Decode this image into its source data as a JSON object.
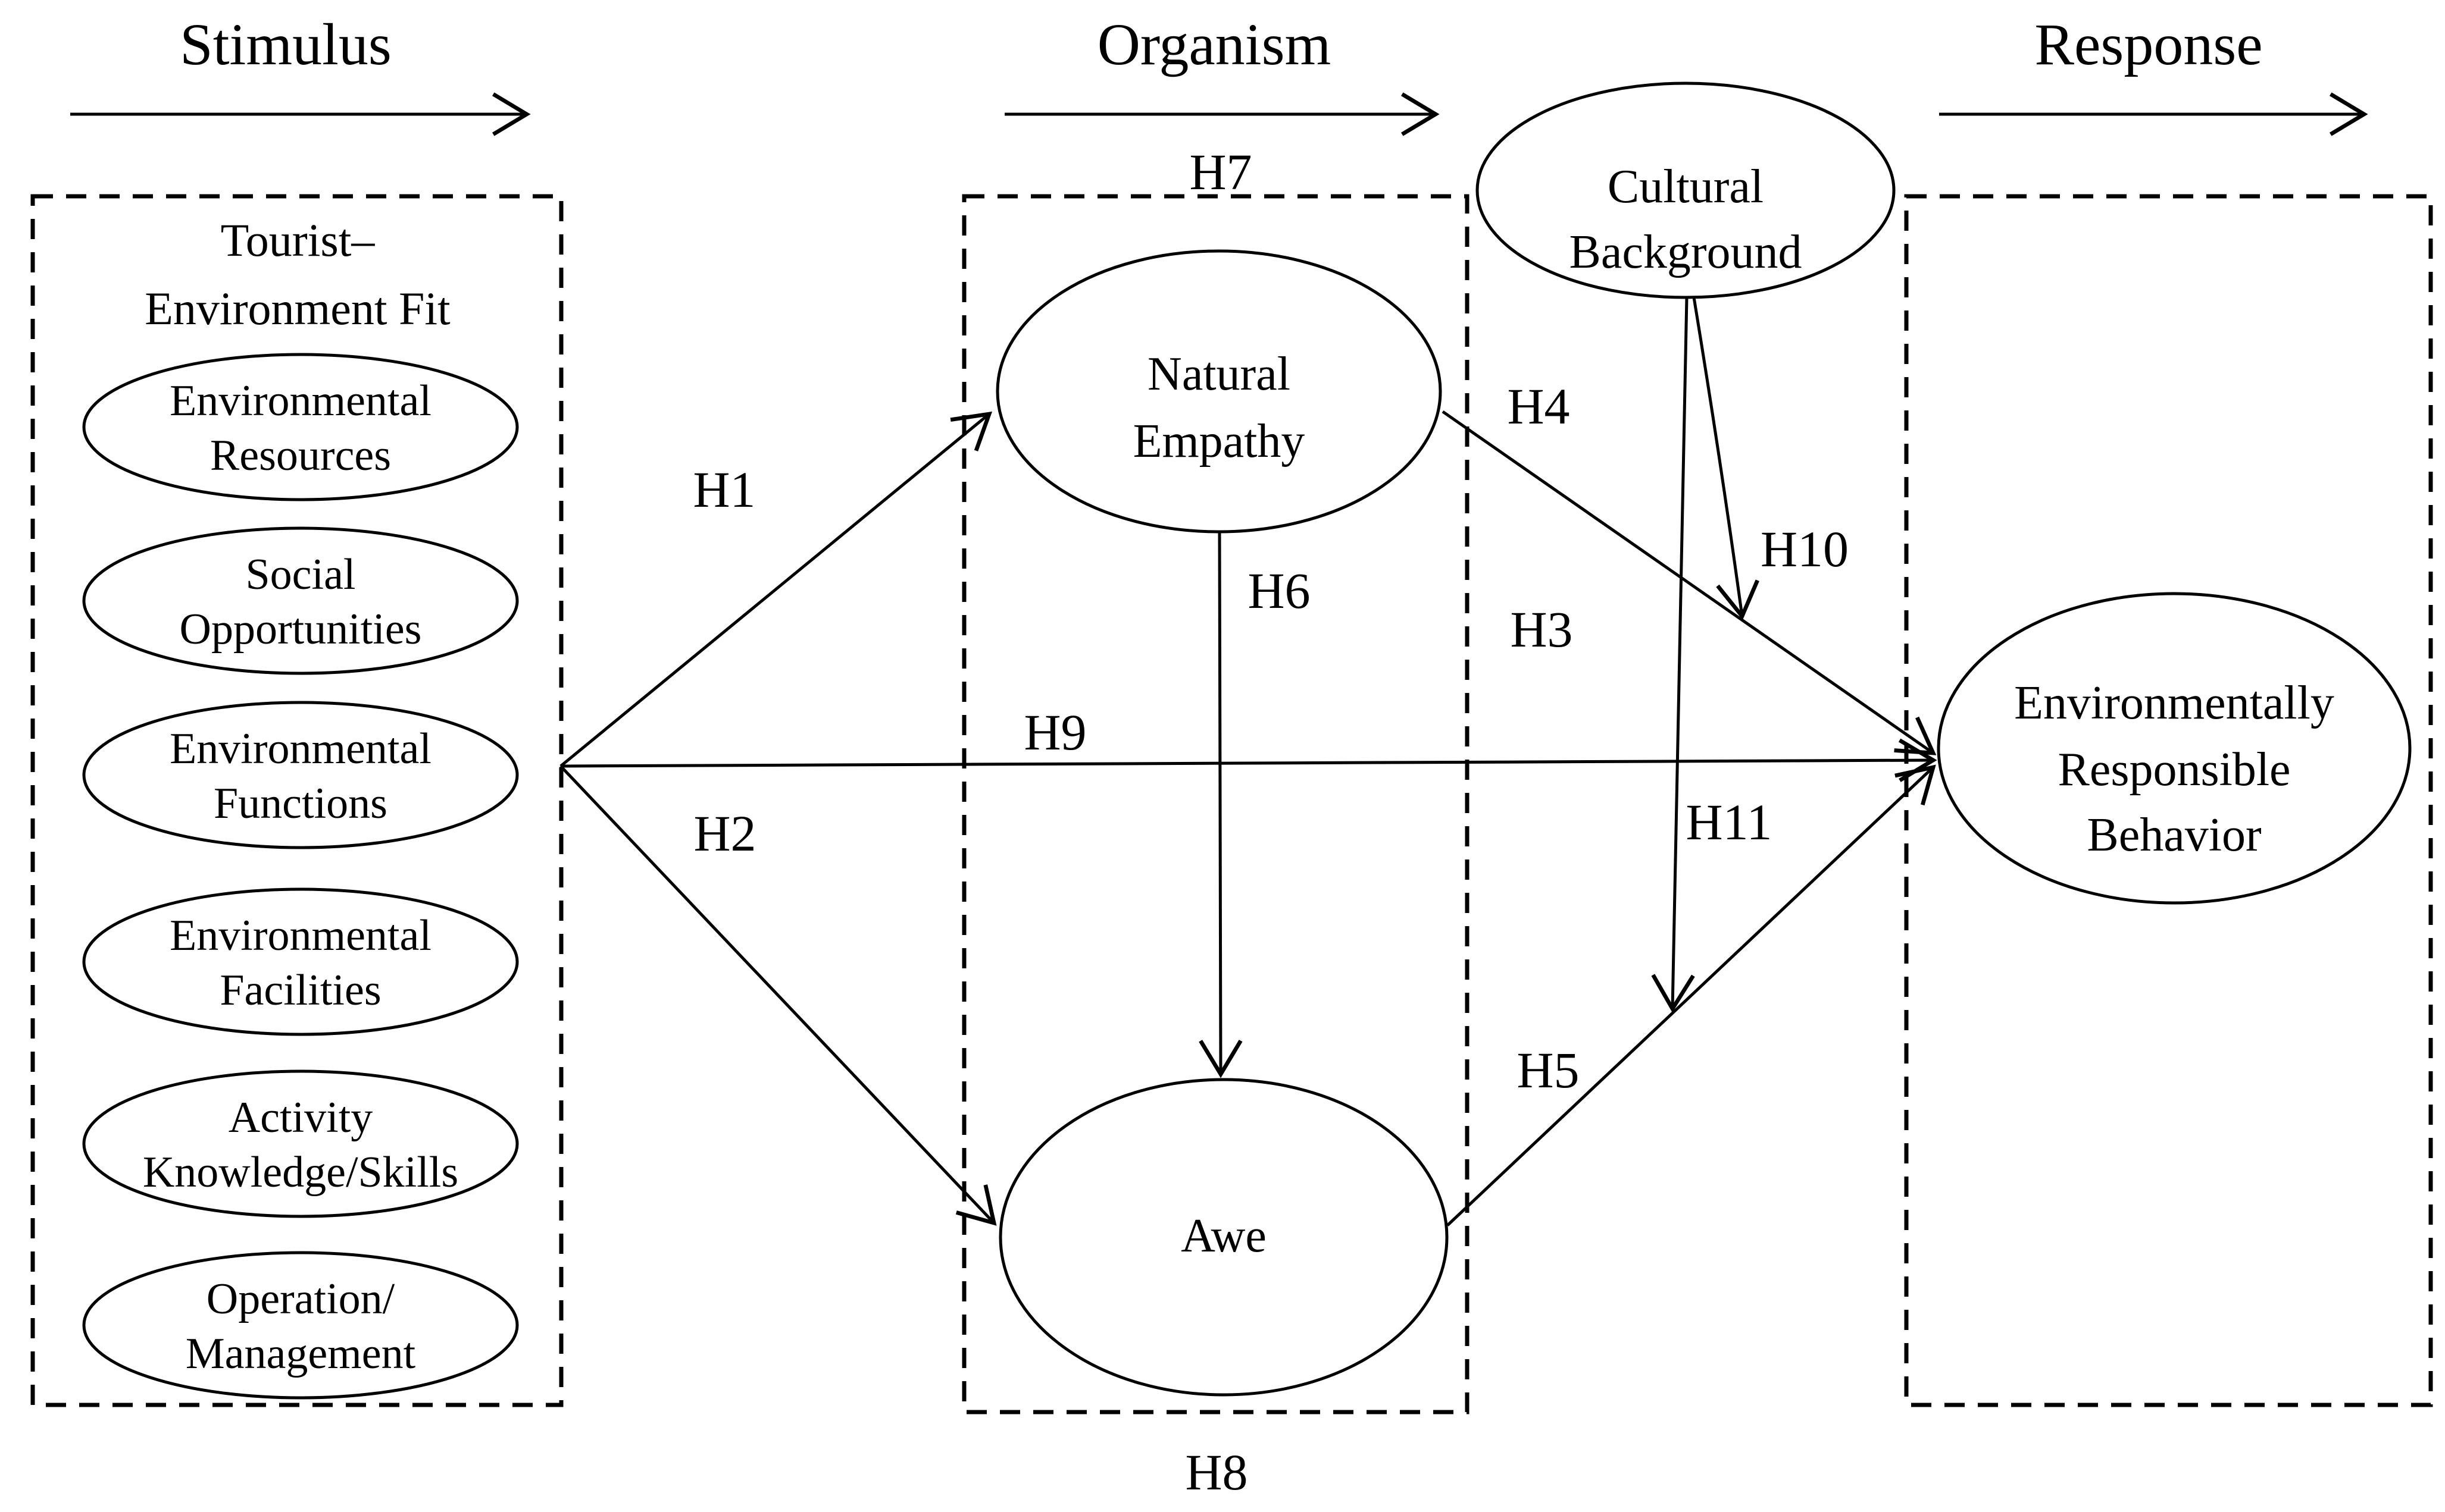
{
  "figure": {
    "ink": "#000000",
    "background": "#ffffff"
  },
  "headers": {
    "stimulus": "Stimulus",
    "organism": "Organism",
    "response": "Response"
  },
  "stimulus_panel": {
    "title": {
      "line1": "Tourist–",
      "line2": "Environment Fit"
    },
    "factors": [
      {
        "line1": "Environmental",
        "line2": "Resources"
      },
      {
        "line1": "Social",
        "line2": "Opportunities"
      },
      {
        "line1": "Environmental",
        "line2": "Functions"
      },
      {
        "line1": "Environmental",
        "line2": "Facilities"
      },
      {
        "line1": "Activity",
        "line2": "Knowledge/Skills"
      },
      {
        "line1": "Operation/",
        "line2": "Management"
      }
    ]
  },
  "organism_panel": {
    "natural_empathy": {
      "line1": "Natural",
      "line2": "Empathy"
    },
    "awe": {
      "line1": "Awe"
    }
  },
  "moderator": {
    "cultural_background": {
      "line1": "Cultural",
      "line2": "Background"
    }
  },
  "response_panel": {
    "erb": {
      "line1": "Environmentally",
      "line2": "Responsible",
      "line3": "Behavior"
    }
  },
  "hypotheses": {
    "h1": "H1",
    "h2": "H2",
    "h3": "H3",
    "h4": "H4",
    "h5": "H5",
    "h6": "H6",
    "h7": "H7",
    "h8": "H8",
    "h9": "H9",
    "h10": "H10",
    "h11": "H11"
  }
}
